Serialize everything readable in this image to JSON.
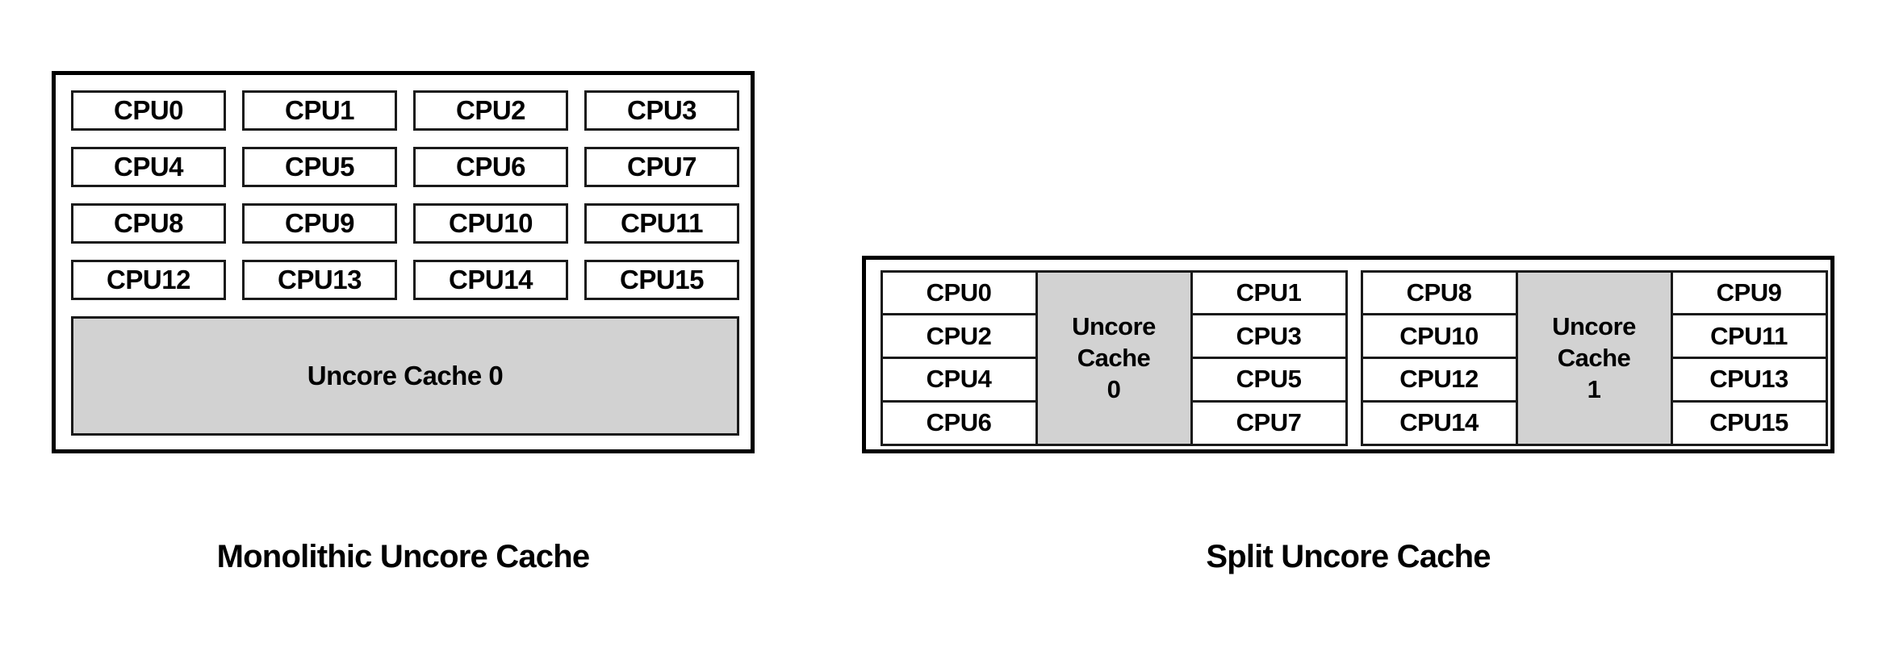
{
  "figure": {
    "background_color": "#ffffff",
    "cache_fill_color": "#d2d2d2",
    "border_color": "#000000"
  },
  "diagrams": [
    {
      "id": "monolithic",
      "caption": "Monolithic Uncore Cache",
      "cpus": [
        "CPU0",
        "CPU1",
        "CPU2",
        "CPU3",
        "CPU4",
        "CPU5",
        "CPU6",
        "CPU7",
        "CPU8",
        "CPU9",
        "CPU10",
        "CPU11",
        "CPU12",
        "CPU13",
        "CPU14",
        "CPU15"
      ],
      "cache": {
        "label": "Uncore Cache 0"
      }
    },
    {
      "id": "split",
      "caption": "Split Uncore Cache",
      "groups": [
        {
          "left_cpus": [
            "CPU0",
            "CPU2",
            "CPU4",
            "CPU6"
          ],
          "cache": {
            "line1": "Uncore",
            "line2": "Cache",
            "line3": "0"
          },
          "right_cpus": [
            "CPU1",
            "CPU3",
            "CPU5",
            "CPU7"
          ]
        },
        {
          "left_cpus": [
            "CPU8",
            "CPU10",
            "CPU12",
            "CPU14"
          ],
          "cache": {
            "line1": "Uncore",
            "line2": "Cache",
            "line3": "1"
          },
          "right_cpus": [
            "CPU9",
            "CPU11",
            "CPU13",
            "CPU15"
          ]
        }
      ]
    }
  ]
}
